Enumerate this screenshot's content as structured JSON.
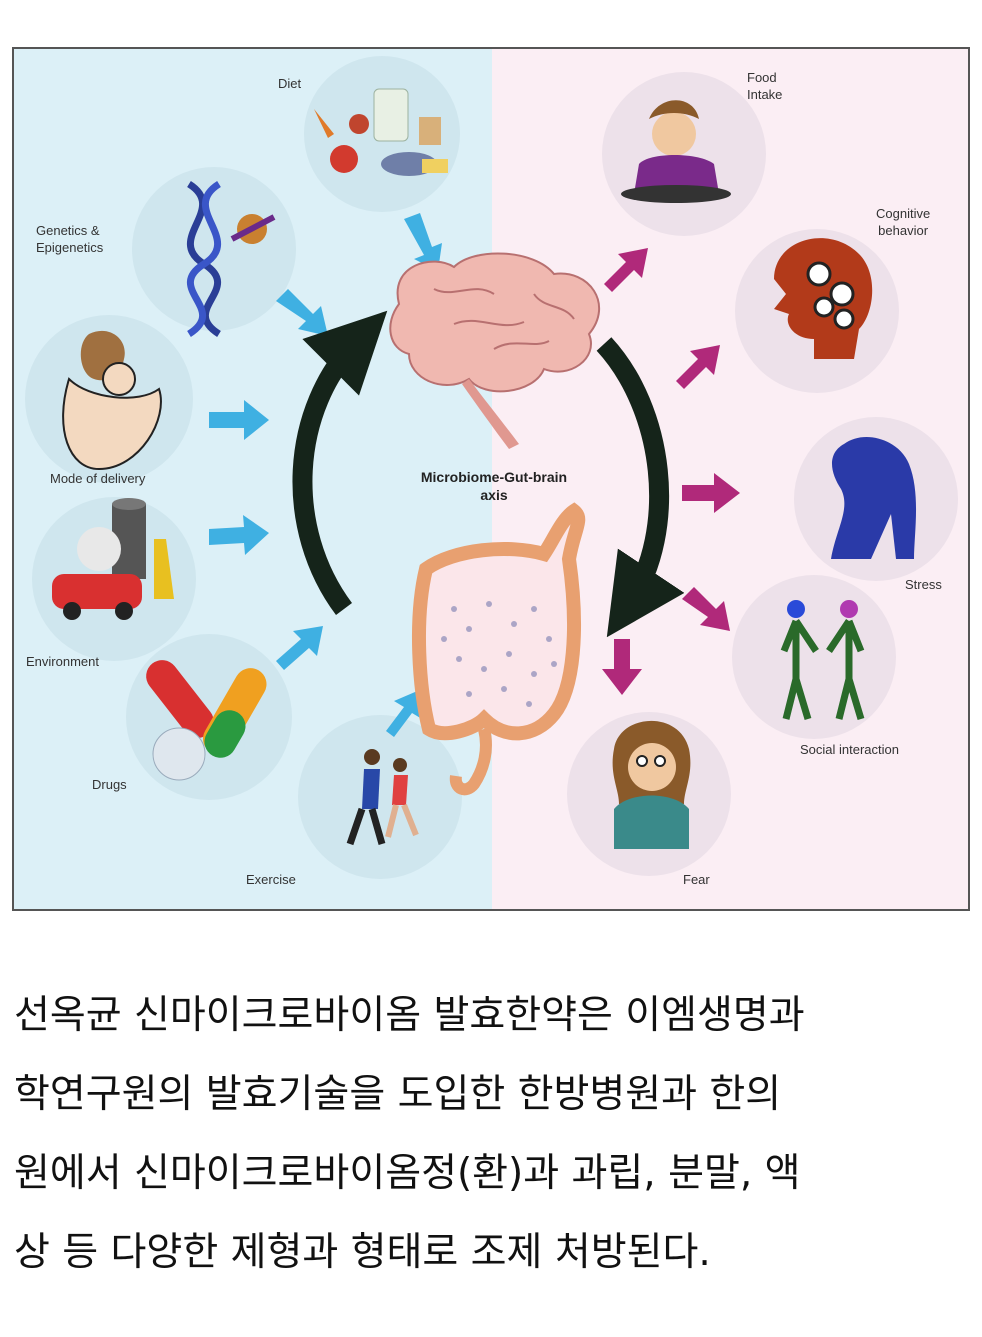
{
  "figure": {
    "center_label_line1": "Microbiome-Gut-brain",
    "center_label_line2": "axis",
    "inputs": [
      {
        "label": "Diet",
        "icon": "diet-icon"
      },
      {
        "label": "Genetics &",
        "label2": "Epigenetics",
        "icon": "dna-icon"
      },
      {
        "label": "Mode of delivery",
        "icon": "mother-baby-icon"
      },
      {
        "label": "Environment",
        "icon": "environment-icon"
      },
      {
        "label": "Drugs",
        "icon": "pills-icon"
      },
      {
        "label": "Exercise",
        "icon": "runners-icon"
      }
    ],
    "outputs": [
      {
        "label": "Food",
        "label2": "Intake",
        "icon": "eating-child-icon"
      },
      {
        "label": "Cognitive",
        "label2": "behavior",
        "icon": "gears-head-icon"
      },
      {
        "label": "Stress",
        "icon": "stressed-person-icon"
      },
      {
        "label": "Social interaction",
        "icon": "handshake-icon"
      },
      {
        "label": "Fear",
        "icon": "scared-woman-icon"
      }
    ],
    "colors": {
      "left_bg": "#dcf0f7",
      "right_bg": "#fbeef4",
      "input_arrow": "#3fb0e2",
      "output_arrow": "#b0297a",
      "cycle_arrow": "#15241a"
    }
  },
  "caption": {
    "line1": "선옥균 신마이크로바이옴 발효한약은 이엠생명과",
    "line2": "학연구원의 발효기술을 도입한 한방병원과 한의",
    "line3": "원에서 신마이크로바이옴정(환)과 과립, 분말, 액",
    "line4": "상 등 다양한 제형과 형태로 조제 처방된다."
  }
}
